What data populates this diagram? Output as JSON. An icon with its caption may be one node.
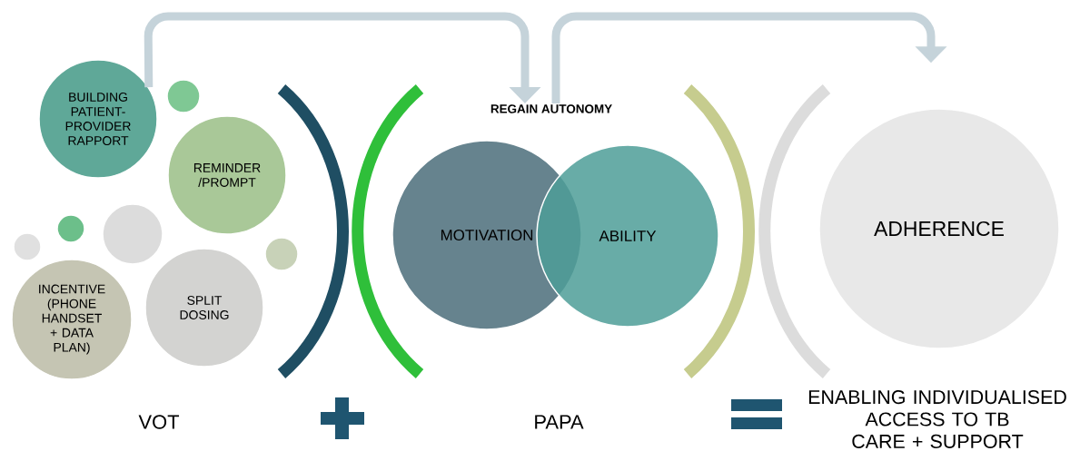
{
  "diagram": {
    "nodes": [
      {
        "text": [
          "BUILDING PATIENT- PROVIDER RAPPORT"
        ]
      },
      {
        "text": [
          "REMINDER /PROMPT"
        ]
      },
      {
        "text": [
          "INCENTIVE (PHONE HANDSET + DATA PLAN)"
        ]
      },
      {
        "text": [
          "SPLIT DOSING"
        ]
      },
      {
        "text": [
          "MOTIVATION"
        ]
      },
      {
        "text": [
          "ABILITY"
        ]
      },
      {
        "text": [
          "ADHERENCE"
        ]
      },
      {
        "text": [
          "REGAIN AUTONOMY"
        ]
      },
      {
        "text": [],
        "shape": "circle"
      },
      {
        "text": [],
        "shape": "circle"
      },
      {
        "text": [],
        "shape": "circle"
      },
      {
        "text": [],
        "shape": "circle"
      },
      {
        "text": [],
        "shape": "circle"
      }
    ],
    "edges": [
      {
        "from": 0,
        "to": 7,
        "arrow": "to"
      },
      {
        "from": 7,
        "to": 6,
        "arrow": "to"
      }
    ],
    "labels": [
      "VOT",
      "PAPA",
      "ENABLING INDIVIDUALISED ACCESS TO TB CARE + SUPPORT"
    ]
  }
}
